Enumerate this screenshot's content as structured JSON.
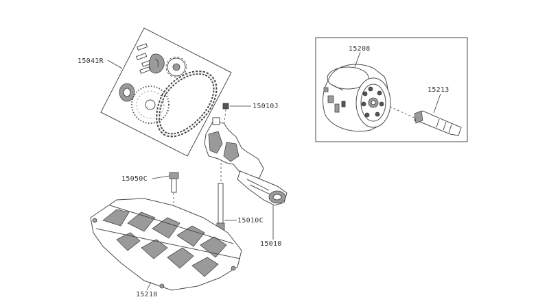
{
  "labels": {
    "chain_kit": "15041R",
    "pump_bolt": "15010J",
    "sump_bolt": "15050C",
    "pump_stud": "15010C",
    "oil_pump": "15010",
    "oil_pan": "15210",
    "oil_filter": "15208",
    "filter_stud": "15213"
  },
  "colors": {
    "line": "#4a4a4a",
    "shade": "#9a9a9a",
    "background": "#ffffff"
  }
}
